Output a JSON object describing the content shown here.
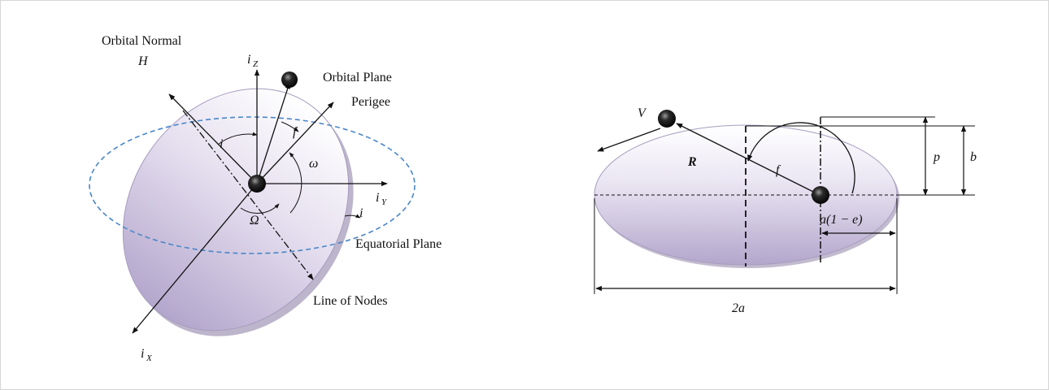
{
  "left_diagram": {
    "orbital_normal": "Orbital Normal",
    "orbital_plane": "Orbital Plane",
    "perigee": "Perigee",
    "equatorial_plane": "Equatorial Plane",
    "line_of_nodes": "Line of Nodes",
    "H": "H",
    "iz_base": "i",
    "iz_sub": "Z",
    "iy_base": "i",
    "iy_sub": "Y",
    "ix_base": "i",
    "ix_sub": "X",
    "inclination_upper": "i",
    "inclination_lower": "i",
    "f": "f",
    "omega_small": "ω",
    "omega_big": "Ω"
  },
  "right_diagram": {
    "V": "V",
    "R": "R",
    "f": "f",
    "p": "p",
    "b": "b",
    "a_one_minus_e": "a(1 − e)",
    "two_a": "2a"
  },
  "colors": {
    "ellipse_top": "#ffffff",
    "ellipse_bottom": "#b3a6cc",
    "equator_dash": "#4a86c8",
    "line": "#111111"
  }
}
